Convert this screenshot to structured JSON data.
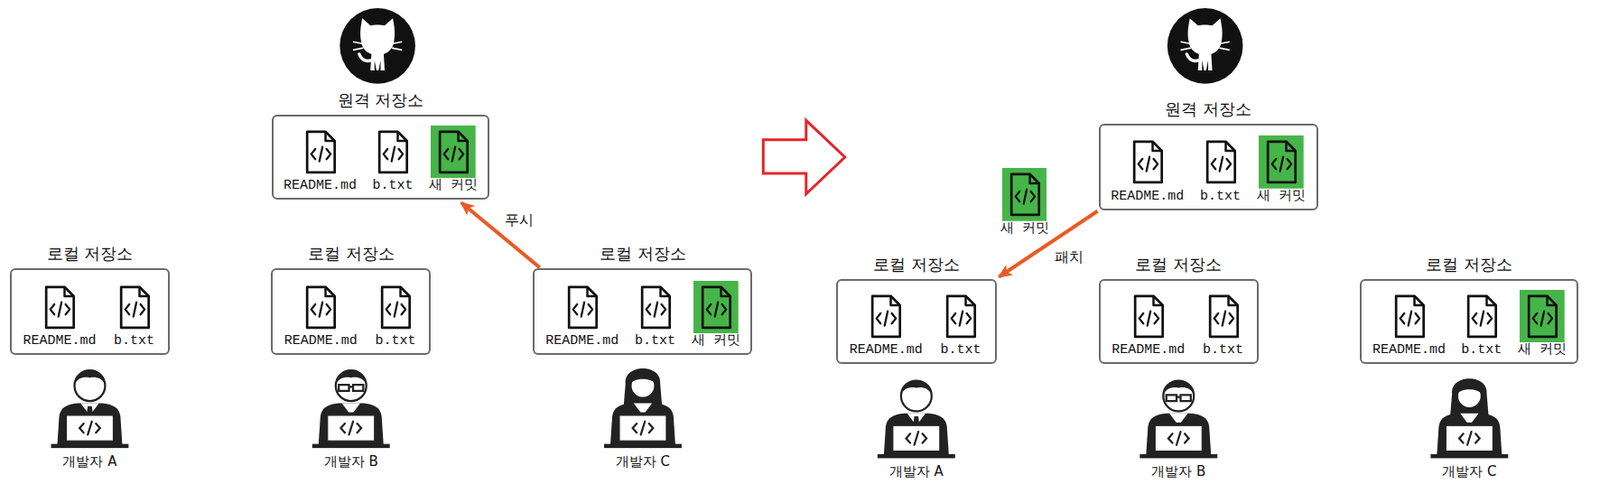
{
  "diagram": {
    "nodes": [
      {
        "text": [
          "원격 저장소"
        ]
      },
      {
        "text": [
          "README.md"
        ],
        "in": 0
      },
      {
        "text": [
          "b.txt"
        ],
        "in": 0
      },
      {
        "text": [
          "새 커밋"
        ],
        "in": 0
      },
      {
        "text": [
          "로컬 저장소"
        ]
      },
      {
        "text": [
          "README.md"
        ],
        "in": 4
      },
      {
        "text": [
          "b.txt"
        ],
        "in": 4
      },
      {
        "text": [
          "로컬 저장소"
        ]
      },
      {
        "text": [
          "README.md"
        ],
        "in": 7
      },
      {
        "text": [
          "b.txt"
        ],
        "in": 7
      },
      {
        "text": [
          "로컬 저장소"
        ]
      },
      {
        "text": [
          "README.md"
        ],
        "in": 10
      },
      {
        "text": [
          "b.txt"
        ],
        "in": 10
      },
      {
        "text": [
          "새 커밋"
        ],
        "in": 10
      },
      {
        "text": [
          "원격 저장소"
        ]
      },
      {
        "text": [
          "README.md"
        ],
        "in": 14
      },
      {
        "text": [
          "b.txt"
        ],
        "in": 14
      },
      {
        "text": [
          "새 커밋"
        ],
        "in": 14
      },
      {
        "text": [
          "새 커밋"
        ]
      },
      {
        "text": [
          "로컬 저장소"
        ]
      },
      {
        "text": [
          "README.md"
        ],
        "in": 19
      },
      {
        "text": [
          "b.txt"
        ],
        "in": 19
      },
      {
        "text": [
          "로컬 저장소"
        ]
      },
      {
        "text": [
          "README.md"
        ],
        "in": 22
      },
      {
        "text": [
          "b.txt"
        ],
        "in": 22
      },
      {
        "text": [
          "로컬 저장소"
        ]
      },
      {
        "text": [
          "README.md"
        ],
        "in": 25
      },
      {
        "text": [
          "b.txt"
        ],
        "in": 25
      },
      {
        "text": [
          "새 커밋"
        ],
        "in": 25
      }
    ],
    "edges": [
      {
        "from": 10,
        "to": 0,
        "arrow": "to",
        "label": "푸시"
      },
      {
        "from": 14,
        "to": 19,
        "arrow": "to",
        "label": "패치"
      }
    ],
    "labels": [
      "개발자 A",
      "개발자 B",
      "개발자 C",
      "개발자 A",
      "개발자 B",
      "개발자 C"
    ]
  }
}
